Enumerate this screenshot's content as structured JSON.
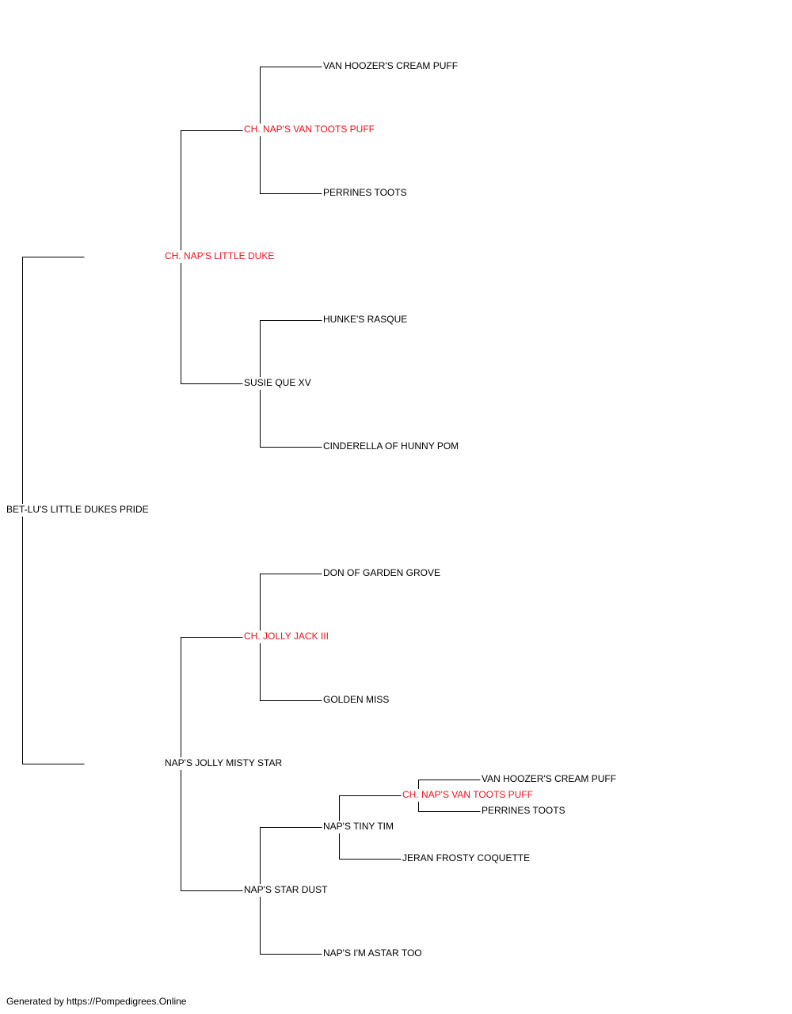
{
  "colors": {
    "champion": "#e8141e",
    "normal": "#000000",
    "line": "#000000"
  },
  "pedigree": {
    "subject": {
      "name": "BET-LU'S LITTLE DUKES PRIDE",
      "champion": false
    },
    "sire": {
      "name": "CH. NAP'S LITTLE DUKE",
      "champion": true,
      "sire": {
        "name": "CH. NAP'S VAN TOOTS PUFF",
        "champion": true,
        "sire": {
          "name": "VAN HOOZER'S CREAM PUFF",
          "champion": false
        },
        "dam": {
          "name": "PERRINES TOOTS",
          "champion": false
        }
      },
      "dam": {
        "name": "SUSIE QUE XV",
        "champion": false,
        "sire": {
          "name": "HUNKE'S RASQUE",
          "champion": false
        },
        "dam": {
          "name": "CINDERELLA OF HUNNY POM",
          "champion": false
        }
      }
    },
    "dam": {
      "name": "NAP'S JOLLY MISTY STAR",
      "champion": false,
      "sire": {
        "name": "CH. JOLLY JACK III",
        "champion": true,
        "sire": {
          "name": "DON OF GARDEN GROVE",
          "champion": false
        },
        "dam": {
          "name": "GOLDEN MISS",
          "champion": false
        }
      },
      "dam": {
        "name": "NAP'S STAR DUST",
        "champion": false,
        "sire": {
          "name": "NAP'S TINY TIM",
          "champion": false,
          "sire": {
            "name": "CH. NAP'S VAN TOOTS PUFF",
            "champion": true,
            "sire": {
              "name": "VAN HOOZER'S CREAM PUFF",
              "champion": false
            },
            "dam": {
              "name": "PERRINES TOOTS",
              "champion": false
            }
          },
          "dam": {
            "name": "JERAN FROSTY COQUETTE",
            "champion": false
          }
        },
        "dam": {
          "name": "NAP'S I'M ASTAR TOO",
          "champion": false
        }
      }
    }
  },
  "footer": {
    "text": "Generated by https://Pompedigrees.Online"
  }
}
